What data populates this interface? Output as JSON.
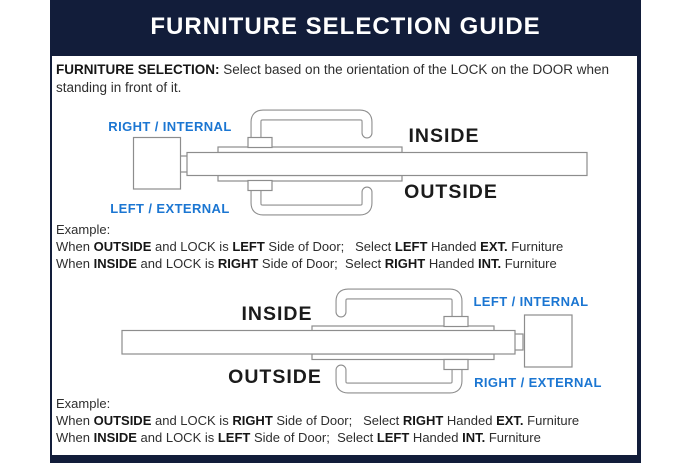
{
  "header": {
    "title": "FURNITURE SELECTION GUIDE"
  },
  "intro": {
    "segments": [
      {
        "text": "FURNITURE SELECTION:",
        "bold": true
      },
      {
        "text": "  Select based on the orientation of the LOCK on the DOOR when standing in front of it.",
        "bold": false
      }
    ]
  },
  "diagram1": {
    "label_top": "RIGHT / INTERNAL",
    "label_bottom": "LEFT / EXTERNAL",
    "inside": "INSIDE",
    "outside": "OUTSIDE"
  },
  "example1": {
    "heading": "Example:",
    "line1": [
      {
        "text": "When ",
        "bold": false
      },
      {
        "text": "OUTSIDE",
        "bold": true
      },
      {
        "text": " and LOCK is ",
        "bold": false
      },
      {
        "text": "LEFT",
        "bold": true
      },
      {
        "text": " Side of Door;   Select ",
        "bold": false
      },
      {
        "text": "LEFT",
        "bold": true
      },
      {
        "text": " Handed ",
        "bold": false
      },
      {
        "text": "EXT.",
        "bold": true
      },
      {
        "text": " Furniture",
        "bold": false
      }
    ],
    "line2": [
      {
        "text": "When ",
        "bold": false
      },
      {
        "text": "INSIDE",
        "bold": true
      },
      {
        "text": " and LOCK is ",
        "bold": false
      },
      {
        "text": "RIGHT",
        "bold": true
      },
      {
        "text": " Side of Door;  Select ",
        "bold": false
      },
      {
        "text": "RIGHT",
        "bold": true
      },
      {
        "text": " Handed ",
        "bold": false
      },
      {
        "text": "INT.",
        "bold": true
      },
      {
        "text": " Furniture",
        "bold": false
      }
    ]
  },
  "diagram2": {
    "label_top": "LEFT / INTERNAL",
    "label_bottom": "RIGHT / EXTERNAL",
    "inside": "INSIDE",
    "outside": "OUTSIDE"
  },
  "example2": {
    "heading": "Example:",
    "line1": [
      {
        "text": "When ",
        "bold": false
      },
      {
        "text": "OUTSIDE",
        "bold": true
      },
      {
        "text": " and LOCK is ",
        "bold": false
      },
      {
        "text": "RIGHT",
        "bold": true
      },
      {
        "text": " Side of Door;   Select ",
        "bold": false
      },
      {
        "text": "RIGHT",
        "bold": true
      },
      {
        "text": " Handed ",
        "bold": false
      },
      {
        "text": "EXT.",
        "bold": true
      },
      {
        "text": " Furniture",
        "bold": false
      }
    ],
    "line2": [
      {
        "text": "When ",
        "bold": false
      },
      {
        "text": "INSIDE",
        "bold": true
      },
      {
        "text": " and LOCK is ",
        "bold": false
      },
      {
        "text": "LEFT",
        "bold": true
      },
      {
        "text": " Side of Door;  Select ",
        "bold": false
      },
      {
        "text": "LEFT",
        "bold": true
      },
      {
        "text": " Handed ",
        "bold": false
      },
      {
        "text": "INT.",
        "bold": true
      },
      {
        "text": " Furniture",
        "bold": false
      }
    ]
  },
  "colors": {
    "navy": "#121d3a",
    "blue": "#1b76d2",
    "line_gray": "#8d8d8d",
    "text": "#2e2e2e"
  }
}
